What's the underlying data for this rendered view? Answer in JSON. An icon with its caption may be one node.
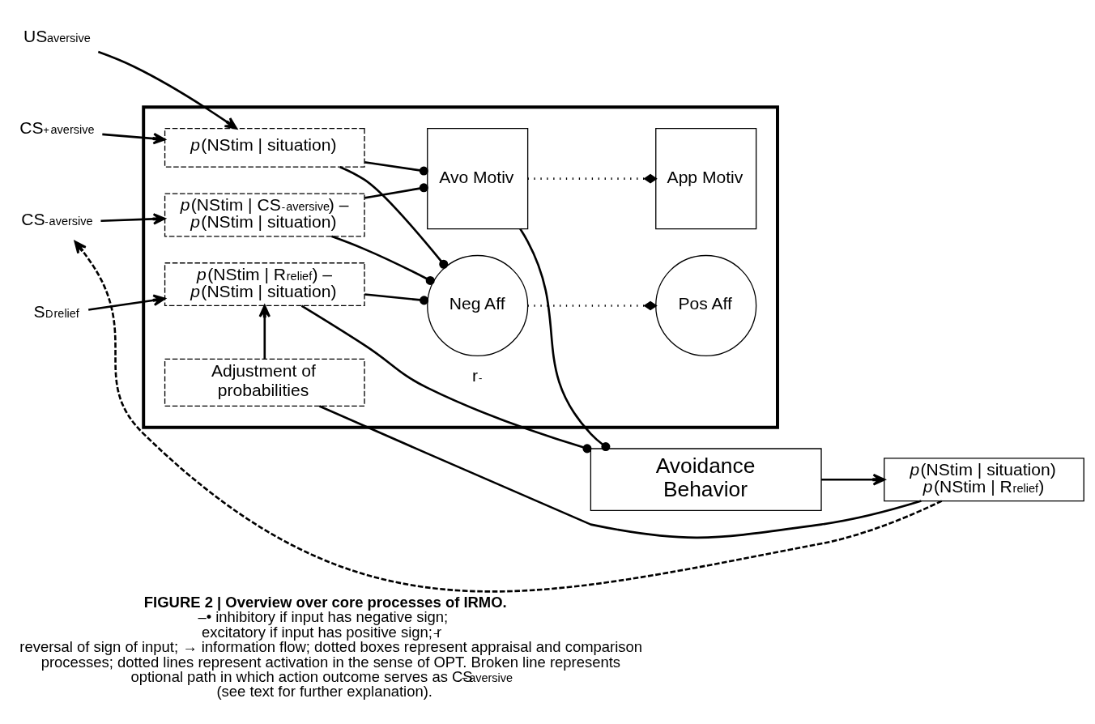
{
  "diagram": {
    "caption": "**FIGURE 2 | Overview over core processes of IRMO.** –• inhibitory if input has negative sign; excitatory if input has positive sign; r$^{−}$ reversal of sign of input; → information flow; dotted boxes represent appraisal and comparison processes; dotted lines represent activation in the sense of OPT. Broken line represents optional path in which action outcome serves as CS$^{−}$$_{aversive}$ (see text for further explanation).",
    "nodes": [
      {
        "text": [],
        "shape": "box"
      },
      {
        "text": [
          "US$_{aversive}$"
        ]
      },
      {
        "text": [
          "CS$^{+}$$_{aversive}$"
        ]
      },
      {
        "text": [
          "CS$^{-}$$_{aversive}$"
        ]
      },
      {
        "text": [
          "S$^{D}$$_{relief}$"
        ]
      },
      {
        "text": [
          "*p*(NStim | situation)"
        ],
        "in": 0
      },
      {
        "text": [
          "*p*(NStim | CS$^{-}$$_{aversive}$) – *p*(NStim | situation)"
        ],
        "in": 0
      },
      {
        "text": [
          "*p*(NStim | R$_{relief}$) – *p*(NStim | situation)"
        ],
        "in": 0
      },
      {
        "text": [
          "Adjustment of probabilities"
        ],
        "in": 0
      },
      {
        "text": [
          "Neg Aff"
        ],
        "in": 0
      },
      {
        "text": [
          "Pos Aff"
        ],
        "in": 0
      },
      {
        "text": [
          "Avo Motiv"
        ],
        "in": 0
      },
      {
        "text": [
          "App Motiv"
        ],
        "in": 0
      },
      {
        "text": [
          "*p*(NStim | situation) *p*(NStim | R$_{relief}$)"
        ]
      },
      {
        "text": [
          "Avoidance Behavior"
        ]
      }
    ],
    "edges": [
      {
        "from": 1,
        "to": 5,
        "arrow": "to"
      },
      {
        "from": 2,
        "to": 5,
        "arrow": "to"
      },
      {
        "from": 3,
        "to": 6,
        "arrow": "to"
      },
      {
        "from": 4,
        "to": 7,
        "arrow": "to"
      },
      {
        "from": 5,
        "to": 9,
        "arrow": "other"
      },
      {
        "from": 5,
        "to": 11,
        "arrow": "other"
      },
      {
        "from": 6,
        "to": 9,
        "arrow": "other"
      },
      {
        "from": 6,
        "to": 11,
        "arrow": "other"
      },
      {
        "from": 7,
        "to": 9,
        "arrow": "other"
      },
      {
        "from": 7,
        "to": 14,
        "arrow": "other",
        "label": "r$^{-}$"
      },
      {
        "from": 9,
        "to": 10,
        "arrow": "other",
        "style": "dashed"
      },
      {
        "from": 11,
        "to": 12,
        "arrow": "other",
        "style": "dashed"
      },
      {
        "from": 11,
        "to": 14,
        "arrow": "other"
      },
      {
        "from": 14,
        "to": 13,
        "arrow": "to"
      },
      {
        "from": 13,
        "to": 8,
        "arrow": "none"
      },
      {
        "from": 8,
        "to": 7,
        "arrow": "to"
      },
      {
        "from": 13,
        "to": 3,
        "arrow": "to",
        "style": "dashed"
      }
    ]
  }
}
